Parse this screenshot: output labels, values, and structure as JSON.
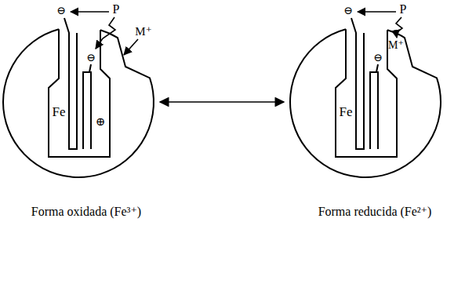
{
  "diagram": {
    "nodes": [
      {
        "text": [
          "Fe"
        ]
      },
      {
        "text": [
          "Fe"
        ]
      }
    ],
    "edges": [
      {
        "from": 0,
        "to": 1,
        "arrow": "both"
      }
    ],
    "labels": [
      "P",
      "M⁺",
      "⊖",
      "⊖",
      "⊕",
      "P",
      "⊖",
      "⊖",
      "M⁺",
      "Forma oxidada (Fe³⁺)",
      "Forma reducida (Fe²⁺)"
    ]
  }
}
